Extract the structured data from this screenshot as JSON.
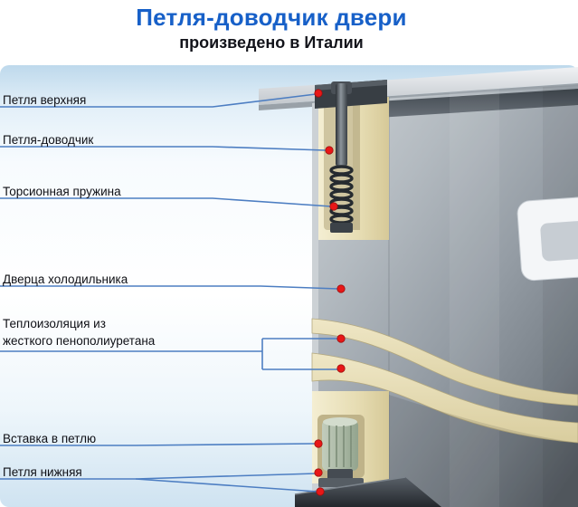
{
  "header": {
    "title": "Петля-доводчик двери",
    "subtitle": "произведено в Италии"
  },
  "labels": [
    {
      "id": "upper-hinge",
      "text": "Петля верхняя"
    },
    {
      "id": "door-closer",
      "text": "Петля-доводчик"
    },
    {
      "id": "torsion-spring",
      "text": "Торсионная пружина"
    },
    {
      "id": "fridge-door",
      "text": "Дверца холодильника"
    },
    {
      "id": "insulation",
      "text": "Теплоизоляция из\nжесткого пенополиуретана"
    },
    {
      "id": "hinge-insert",
      "text": "Вставка в петлю"
    },
    {
      "id": "lower-hinge",
      "text": "Петля нижняя"
    }
  ],
  "colors": {
    "title_blue": "#1760c8",
    "leader_line_blue": "#4d7ec2",
    "marker_red": "#e81717",
    "panel_blue": "#cfe3f1",
    "insulation_cream": "#e9dfb6",
    "metal_gray": "#9aa2aa"
  }
}
